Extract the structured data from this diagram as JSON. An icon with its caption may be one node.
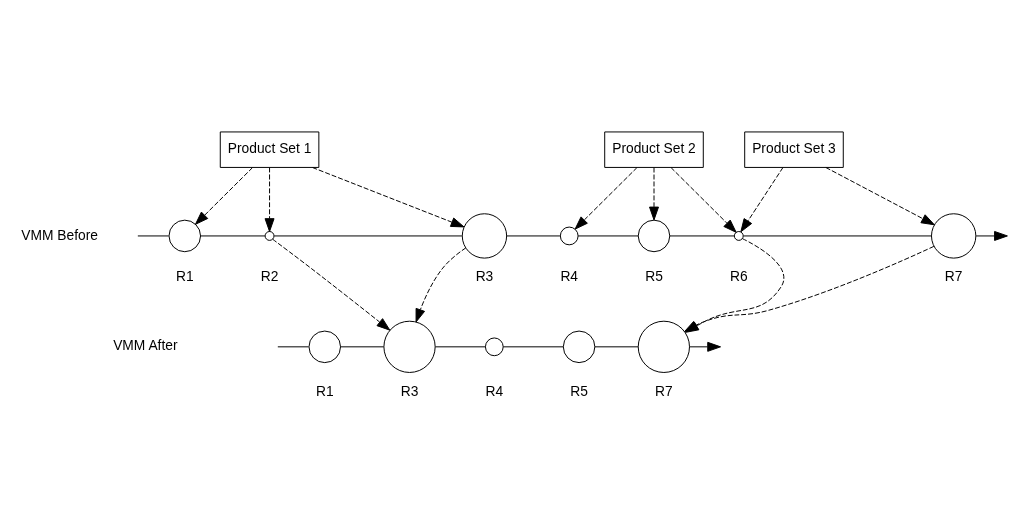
{
  "diagram": {
    "nodes": [
      {
        "text": [
          "Product Set 1"
        ]
      },
      {
        "text": [
          "Product Set 2"
        ]
      },
      {
        "text": [
          "Product Set 3"
        ]
      },
      {
        "text": [],
        "shape": "circle",
        "beside": [
          "R1"
        ]
      },
      {
        "text": [],
        "shape": "circle",
        "beside": [
          "R2"
        ]
      },
      {
        "text": [],
        "shape": "circle",
        "beside": [
          "R3"
        ]
      },
      {
        "text": [],
        "shape": "circle",
        "beside": [
          "R4"
        ]
      },
      {
        "text": [],
        "shape": "circle",
        "beside": [
          "R5"
        ]
      },
      {
        "text": [],
        "shape": "circle",
        "beside": [
          "R6"
        ]
      },
      {
        "text": [],
        "shape": "circle",
        "beside": [
          "R7"
        ]
      },
      {
        "text": [],
        "shape": "circle",
        "beside": [
          "R1"
        ]
      },
      {
        "text": [],
        "shape": "circle",
        "beside": [
          "R3"
        ]
      },
      {
        "text": [],
        "shape": "circle",
        "beside": [
          "R4"
        ]
      },
      {
        "text": [],
        "shape": "circle",
        "beside": [
          "R5"
        ]
      },
      {
        "text": [],
        "shape": "circle",
        "beside": [
          "R7"
        ]
      }
    ],
    "edges": [
      {
        "from": null,
        "to": 3,
        "arrow": "none"
      },
      {
        "from": 3,
        "to": 4,
        "arrow": "none"
      },
      {
        "from": 4,
        "to": 5,
        "arrow": "none"
      },
      {
        "from": 5,
        "to": 6,
        "arrow": "none"
      },
      {
        "from": 6,
        "to": 7,
        "arrow": "none"
      },
      {
        "from": 7,
        "to": 8,
        "arrow": "none"
      },
      {
        "from": 8,
        "to": 9,
        "arrow": "none"
      },
      {
        "from": 9,
        "to": null,
        "arrow": "to"
      },
      {
        "from": null,
        "to": 10,
        "arrow": "none"
      },
      {
        "from": 10,
        "to": 11,
        "arrow": "none"
      },
      {
        "from": 11,
        "to": 12,
        "arrow": "none"
      },
      {
        "from": 12,
        "to": 13,
        "arrow": "none"
      },
      {
        "from": 13,
        "to": 14,
        "arrow": "none"
      },
      {
        "from": 14,
        "to": null,
        "arrow": "to"
      },
      {
        "from": 0,
        "to": 3,
        "arrow": "to",
        "style": "dashed"
      },
      {
        "from": 0,
        "to": 4,
        "arrow": "to",
        "style": "dashed"
      },
      {
        "from": 0,
        "to": 5,
        "arrow": "to",
        "style": "dashed"
      },
      {
        "from": 1,
        "to": 6,
        "arrow": "to",
        "style": "dashed"
      },
      {
        "from": 1,
        "to": 7,
        "arrow": "to",
        "style": "dashed"
      },
      {
        "from": 1,
        "to": 8,
        "arrow": "to",
        "style": "dashed"
      },
      {
        "from": 2,
        "to": 8,
        "arrow": "to",
        "style": "dashed"
      },
      {
        "from": 2,
        "to": 9,
        "arrow": "to",
        "style": "dashed"
      },
      {
        "from": 4,
        "to": 11,
        "arrow": "to",
        "style": "dashed"
      },
      {
        "from": 5,
        "to": 11,
        "arrow": "to",
        "style": "dashed"
      },
      {
        "from": 8,
        "to": 14,
        "arrow": "to",
        "style": "dashed"
      },
      {
        "from": 9,
        "to": 14,
        "arrow": "to",
        "style": "dashed"
      }
    ],
    "labels": [
      "VMM Before",
      "VMM After"
    ]
  }
}
